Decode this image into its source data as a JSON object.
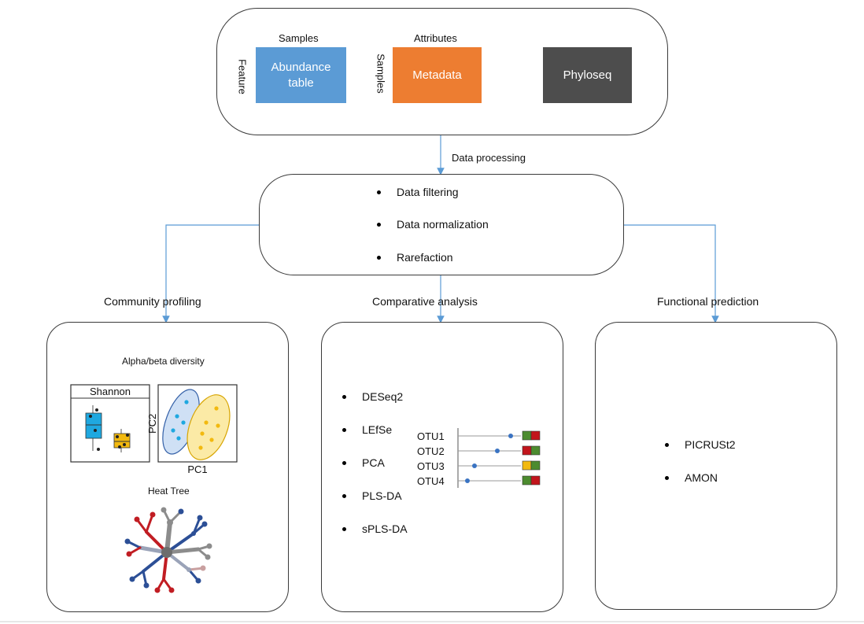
{
  "input": {
    "samples_label": "Samples",
    "attributes_label": "Attributes",
    "feature_label": "Feature",
    "samples_side_label": "Samples",
    "abundance_table": "Abundance table",
    "metadata": "Metadata",
    "phyloseq": "Phyloseq"
  },
  "processing": {
    "edge_label": "Data processing",
    "steps": [
      "Data filtering",
      "Data normalization",
      "Rarefaction"
    ]
  },
  "branches": {
    "community": "Community profiling",
    "comparative": "Comparative analysis",
    "functional": "Functional prediction"
  },
  "community_panel": {
    "alpha_beta_title": "Alpha/beta diversity",
    "shannon_label": "Shannon",
    "pc1_label": "PC1",
    "pc2_label": "PC2",
    "heat_tree_title": "Heat Tree"
  },
  "comparative_panel": {
    "methods": [
      "DESeq2",
      "LEfSe",
      "PCA",
      "PLS-DA",
      "sPLS-DA"
    ],
    "otus": [
      "OTU1",
      "OTU2",
      "OTU3",
      "OTU4"
    ]
  },
  "functional_panel": {
    "methods": [
      "PICRUSt2",
      "AMON"
    ]
  },
  "colors": {
    "abundance": "#5b9bd5",
    "metadata": "#ed7d31",
    "phyloseq": "#4d4d4d",
    "connector": "#5b9bd5"
  }
}
